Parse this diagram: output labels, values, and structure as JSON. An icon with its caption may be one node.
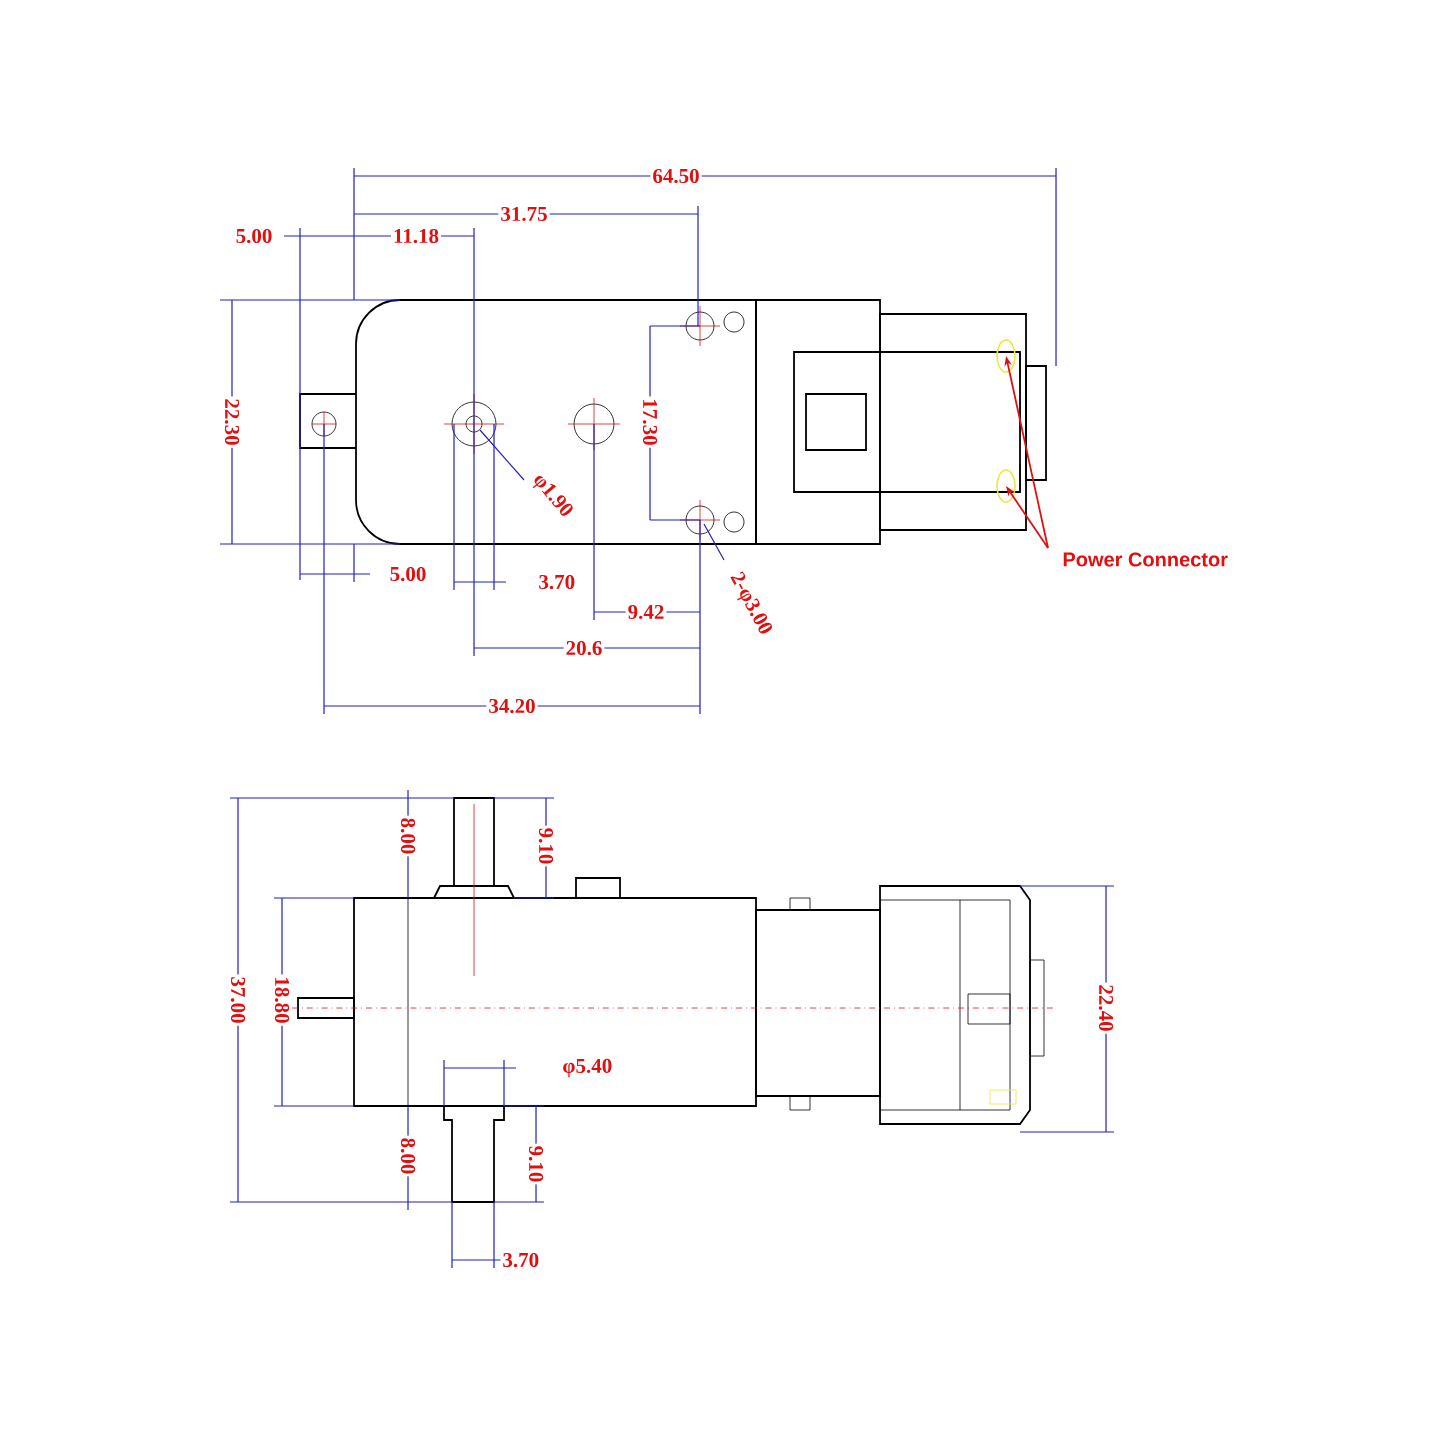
{
  "diagram": {
    "nodes": [
      {
        "text": [
          "Power Connector"
        ]
      },
      {
        "text": [],
        "shape": "circle"
      },
      {
        "text": [],
        "shape": "circle"
      }
    ],
    "edges": [
      {
        "from": 0,
        "to": 1,
        "arrow": "to"
      },
      {
        "from": 0,
        "to": 2,
        "arrow": "to"
      }
    ],
    "labels": [
      "64.50",
      "31.75",
      "5.00",
      "11.18",
      "22.30",
      "17.30",
      "φ1.90",
      "2-φ3.00",
      "5.00",
      "3.70",
      "9.42",
      "20.6",
      "34.20",
      "8.00",
      "9.10",
      "37.00",
      "18.80",
      "22.40",
      "φ5.40",
      "8.00",
      "9.10",
      "3.70"
    ]
  }
}
